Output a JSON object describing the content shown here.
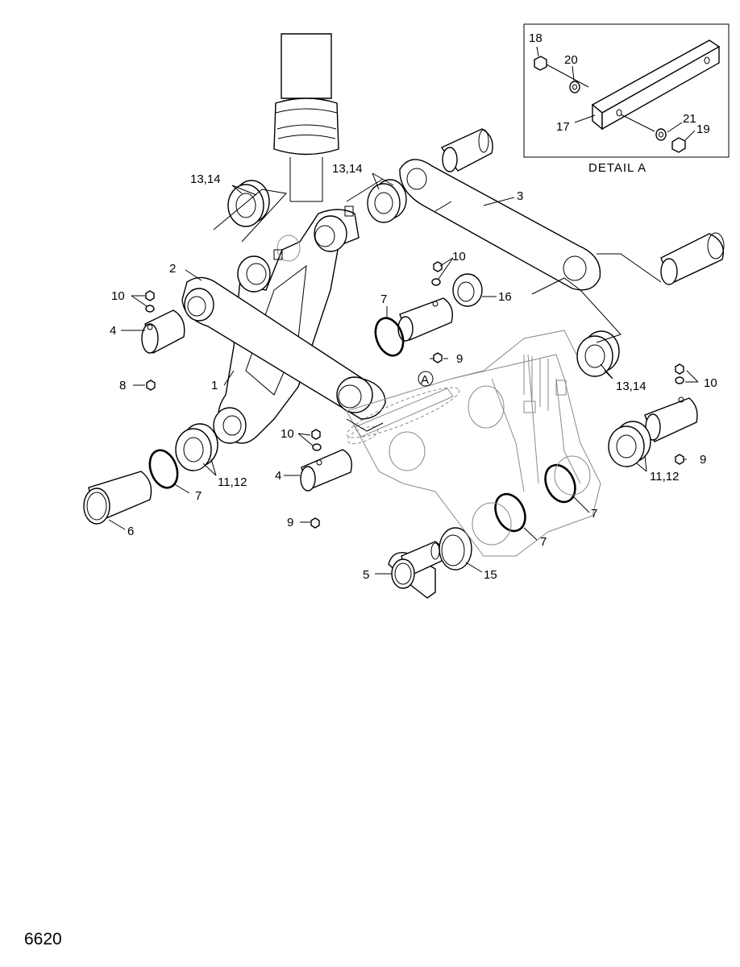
{
  "page_number": "6620",
  "detail": {
    "title": "DETAIL  A",
    "callout": "A",
    "labels": [
      "18",
      "20",
      "17",
      "21",
      "19"
    ]
  },
  "labels": {
    "c13_14_a": "13,14",
    "c13_14_b": "13,14",
    "c13_14_c": "13,14",
    "c3": "3",
    "c2": "2",
    "c10_a": "10",
    "c10_b": "10",
    "c10_c": "10",
    "c10_d": "10",
    "c7_a": "7",
    "c7_b": "7",
    "c7_c": "7",
    "c7_d": "7",
    "c16": "16",
    "c4_a": "4",
    "c4_b": "4",
    "c9_a": "9",
    "c9_b": "9",
    "c9_c": "9",
    "c8": "8",
    "c1": "1",
    "c11_12_a": "11,12",
    "c11_12_b": "11,12",
    "c6": "6",
    "c5": "5",
    "c15": "15"
  }
}
